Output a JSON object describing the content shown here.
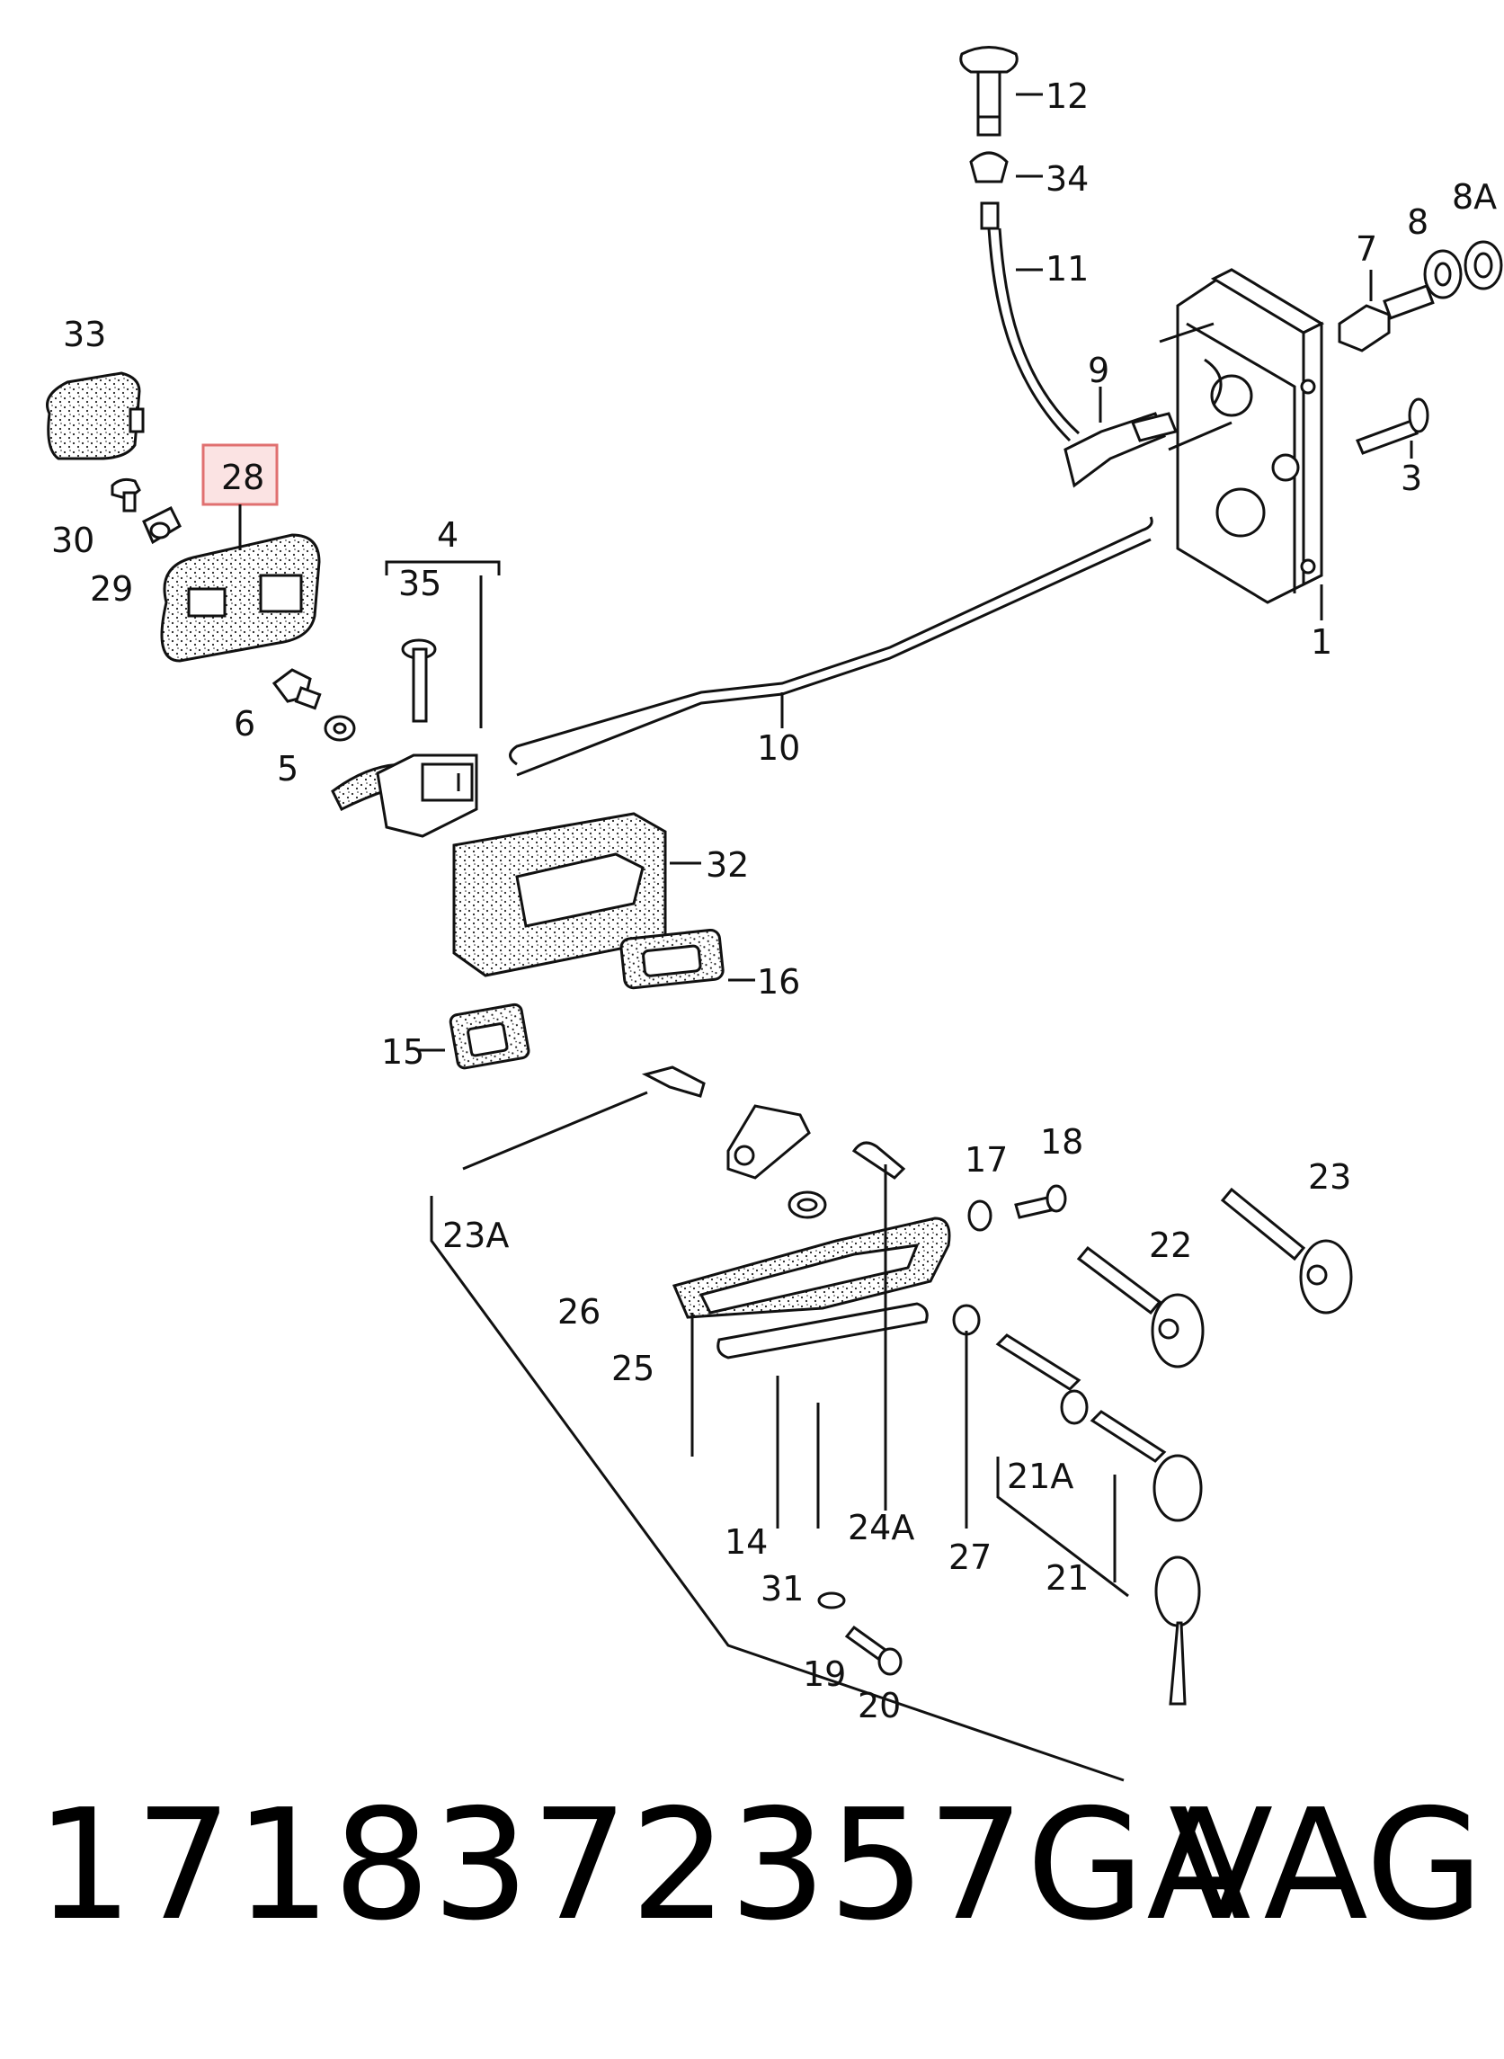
{
  "labels": {
    "p1": "1",
    "p3": "3",
    "p4": "4",
    "p5": "5",
    "p6": "6",
    "p7": "7",
    "p8": "8",
    "p8a": "8A",
    "p9": "9",
    "p10": "10",
    "p11": "11",
    "p12": "12",
    "p14": "14",
    "p15": "15",
    "p16": "16",
    "p17": "17",
    "p18": "18",
    "p19": "19",
    "p20": "20",
    "p21": "21",
    "p21a": "21A",
    "p22": "22",
    "p23": "23",
    "p23a": "23A",
    "p24a": "24A",
    "p25": "25",
    "p26": "26",
    "p27": "27",
    "p28": "28",
    "p29": "29",
    "p30": "30",
    "p31": "31",
    "p32": "32",
    "p33": "33",
    "p34": "34",
    "p35": "35"
  },
  "highlight": {
    "label": "28",
    "color": "#e07070",
    "fill": "#fbe3e3"
  },
  "footer": {
    "part_number": "1718372357GA",
    "brand": "VAG"
  }
}
